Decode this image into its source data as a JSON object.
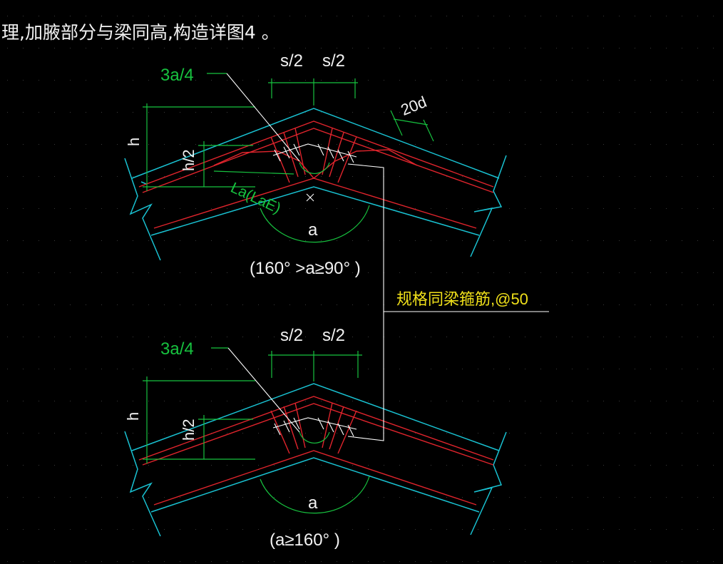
{
  "header_note": "理,加腋部分与梁同高,构造详图4 。",
  "colors": {
    "background": "#000000",
    "beam_edge": "#19c2d2",
    "rebar": "#e0242c",
    "dimension": "#17c23f",
    "leader": "#ffffff",
    "note_text": "#f0e01a",
    "label_text": "#f2f2f2",
    "grid_dot": "#3a3a3a"
  },
  "top_detail": {
    "dim_left": "s/2",
    "dim_right": "s/2",
    "leader_label": "3a/4",
    "spacing_label": "20d",
    "height_label": "h",
    "half_height_label": "h/2",
    "anchorage_label": "La(LaE)",
    "angle_symbol": "a",
    "angle_range": "(160° >a≥90° )"
  },
  "bottom_detail": {
    "dim_left": "s/2",
    "dim_right": "s/2",
    "leader_label": "3a/4",
    "height_label": "h",
    "half_height_label": "h/2",
    "angle_symbol": "a",
    "angle_range": "(a≥160° )"
  },
  "stirrup_note": "规格同梁箍筋,@50"
}
